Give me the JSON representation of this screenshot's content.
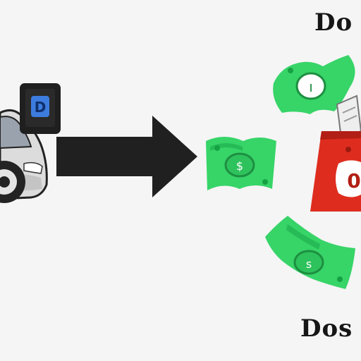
{
  "texts": {
    "top_heading": "Do",
    "bottom_heading": "Dos",
    "phone_letter": "D",
    "bag_label": "0"
  },
  "colors": {
    "background": "#f5f5f5",
    "money_green": "#37d468",
    "money_dark": "#15a243",
    "bag_red": "#de2d1f",
    "arrow": "#202020",
    "phone_blue": "#3d7cdf",
    "car_silver": "#dcdcdc"
  },
  "icons": [
    "car-icon",
    "phone-icon",
    "arrow-right-icon",
    "money-bill-icon",
    "wallet-icon"
  ]
}
